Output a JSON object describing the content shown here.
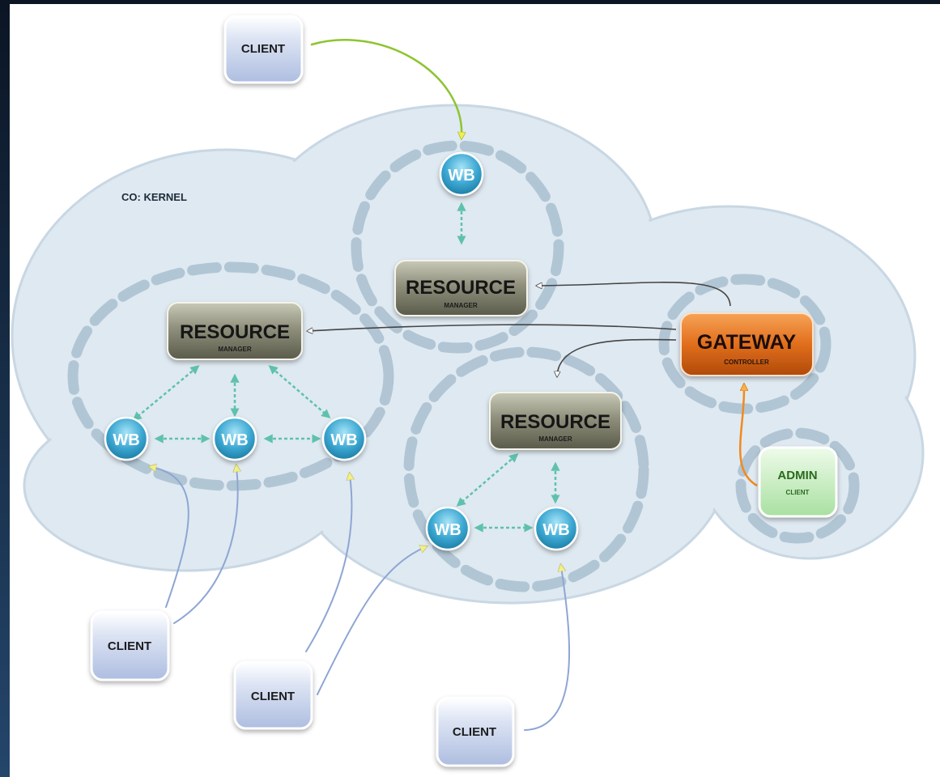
{
  "diagram": {
    "region_label": "CO: KERNEL",
    "gateway": {
      "title": "GATEWAY",
      "subtitle": "CONTROLLER"
    },
    "admin": {
      "title": "ADMIN",
      "subtitle": "CLIENT"
    },
    "resource_managers": [
      {
        "title": "RESOURCE",
        "subtitle": "MANAGER"
      },
      {
        "title": "RESOURCE",
        "subtitle": "MANAGER"
      },
      {
        "title": "RESOURCE",
        "subtitle": "MANAGER"
      }
    ],
    "wb_label": "WB",
    "client_label": "CLIENT"
  },
  "colors": {
    "cloud_fill": "#dfe9f1",
    "cloud_stroke": "#c4d4e0",
    "ring_stroke": "#a6bccd",
    "rm_fill": "#8b8b78",
    "gateway_fill": "#e06e1c",
    "admin_fill": "#c9efc4",
    "admin_text": "#2a6b1f",
    "wb_fill": "#3aa6d1",
    "client_fill": "#c8d3ec",
    "teal_arrow": "#5fc1ad",
    "client_line": "#8ea6d3",
    "yellow_arrow": "#f1ef86",
    "top_curve": "#8ec431",
    "orange_arrow": "#f08a1e",
    "gateway_link": "#444444",
    "frame": "#0f1f33"
  }
}
